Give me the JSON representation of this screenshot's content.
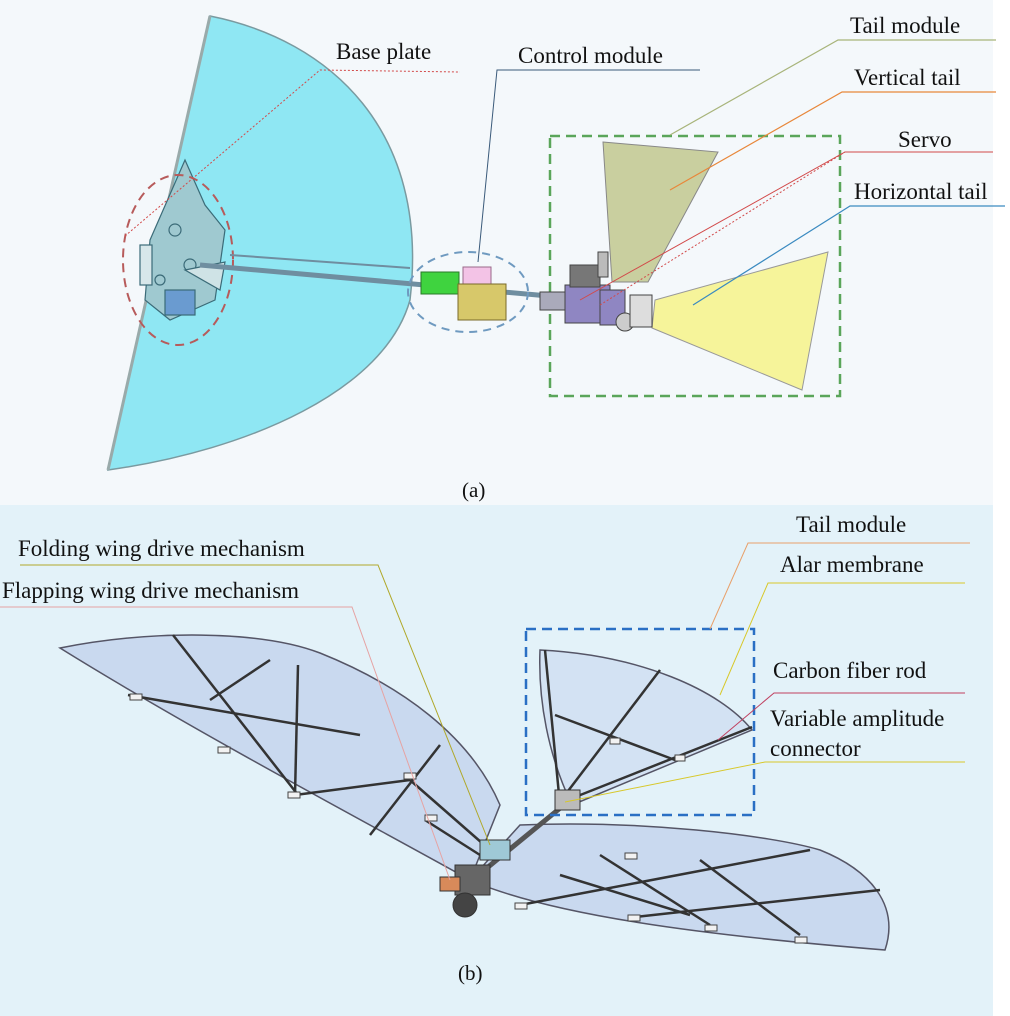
{
  "panel_a": {
    "caption": "(a)",
    "labels": {
      "base_plate": "Base plate",
      "control_module": "Control module",
      "tail_module": "Tail module",
      "vertical_tail": "Vertical tail",
      "servo": "Servo",
      "horizontal_tail": "Horizontal tail"
    }
  },
  "panel_b": {
    "caption": "(b)",
    "labels": {
      "folding_wing": "Folding wing drive mechanism",
      "flapping_wing": "Flapping wing drive mechanism",
      "tail_module": "Tail module",
      "alar_membrane": "Alar membrane",
      "carbon_fiber_rod": "Carbon fiber rod",
      "variable_amplitude_line1": "Variable amplitude",
      "variable_amplitude_line2": "connector"
    }
  },
  "colors": {
    "wing_cyan": "#8fe7f3",
    "vertical_tail": "#c9cf9f",
    "horizontal_tail": "#f6f49a",
    "green_box": "#3fd33f",
    "pink_box": "#f3c3e6",
    "olive_box": "#d7c86a",
    "servo": "#8f86c2",
    "tail_dash_green": "#5aa55a",
    "tail_dash_blue": "#2a6fc4",
    "membrane": "#c9d9ef"
  }
}
